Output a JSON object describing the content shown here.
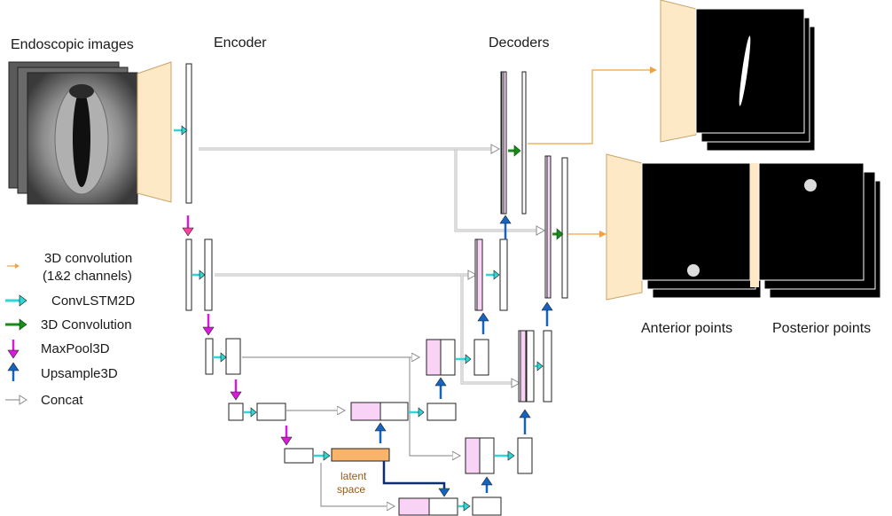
{
  "labels": {
    "input_title": "Endoscopic images",
    "encoder": "Encoder",
    "decoders": "Decoders",
    "latent_line1": "latent",
    "latent_line2": "space",
    "anterior": "Anterior points",
    "posterior": "Posterior points"
  },
  "legend": [
    {
      "icon": "orange-arrow-icon",
      "line1": "3D convolution",
      "line2": "(1&2 channels)"
    },
    {
      "icon": "cyan-arrow-icon",
      "line1": "ConvLSTM2D"
    },
    {
      "icon": "green-arrow-icon",
      "line1": "3D Convolution"
    },
    {
      "icon": "magenta-arrow-icon",
      "line1": "MaxPool3D"
    },
    {
      "icon": "blue-arrow-icon",
      "line1": "Upsample3D"
    },
    {
      "icon": "gray-arrow-icon",
      "line1": "Concat"
    }
  ],
  "colors": {
    "convlstm": "#2fd6d6",
    "conv3d": "#1a8a1a",
    "maxpool": "#d81bd8",
    "upsample": "#1565c0",
    "concat": "#9a9a9a",
    "orange": "#f5a040",
    "latent": "#f9b46a",
    "concat_block": "#f9d3f5",
    "input_block": "#fde9c6"
  }
}
